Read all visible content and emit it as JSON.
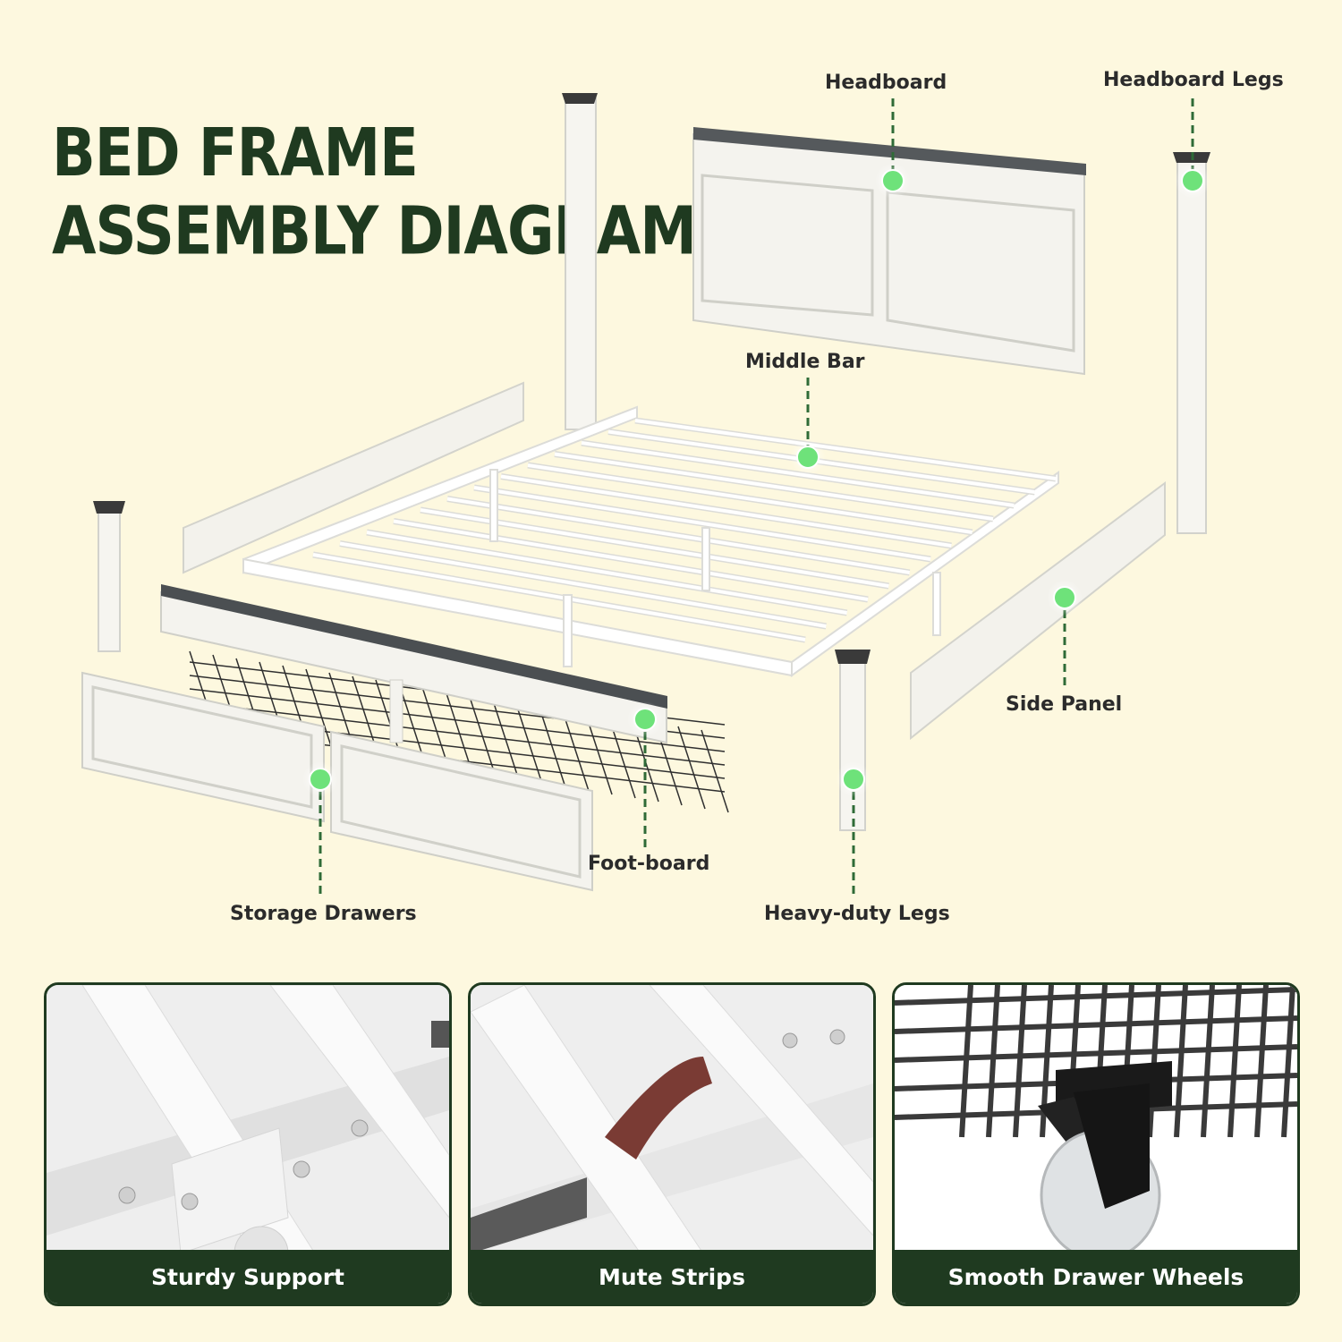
{
  "title": {
    "line1": "BED FRAME",
    "line2": "ASSEMBLY DIAGRAM"
  },
  "labels": {
    "headboard": "Headboard",
    "headboard_legs": "Headboard Legs",
    "middle_bar": "Middle Bar",
    "side_panel": "Side Panel",
    "foot_board": "Foot-board",
    "storage_drawers": "Storage Drawers",
    "heavy_duty_legs": "Heavy-duty Legs"
  },
  "features": [
    {
      "label": "Sturdy Support"
    },
    {
      "label": "Mute Strips"
    },
    {
      "label": "Smooth Drawer Wheels"
    }
  ],
  "colors": {
    "background": "#fdf8df",
    "accent_dark_green": "#1f3a20",
    "marker_green": "#6ee27a",
    "leader_green": "#2f6b37"
  }
}
